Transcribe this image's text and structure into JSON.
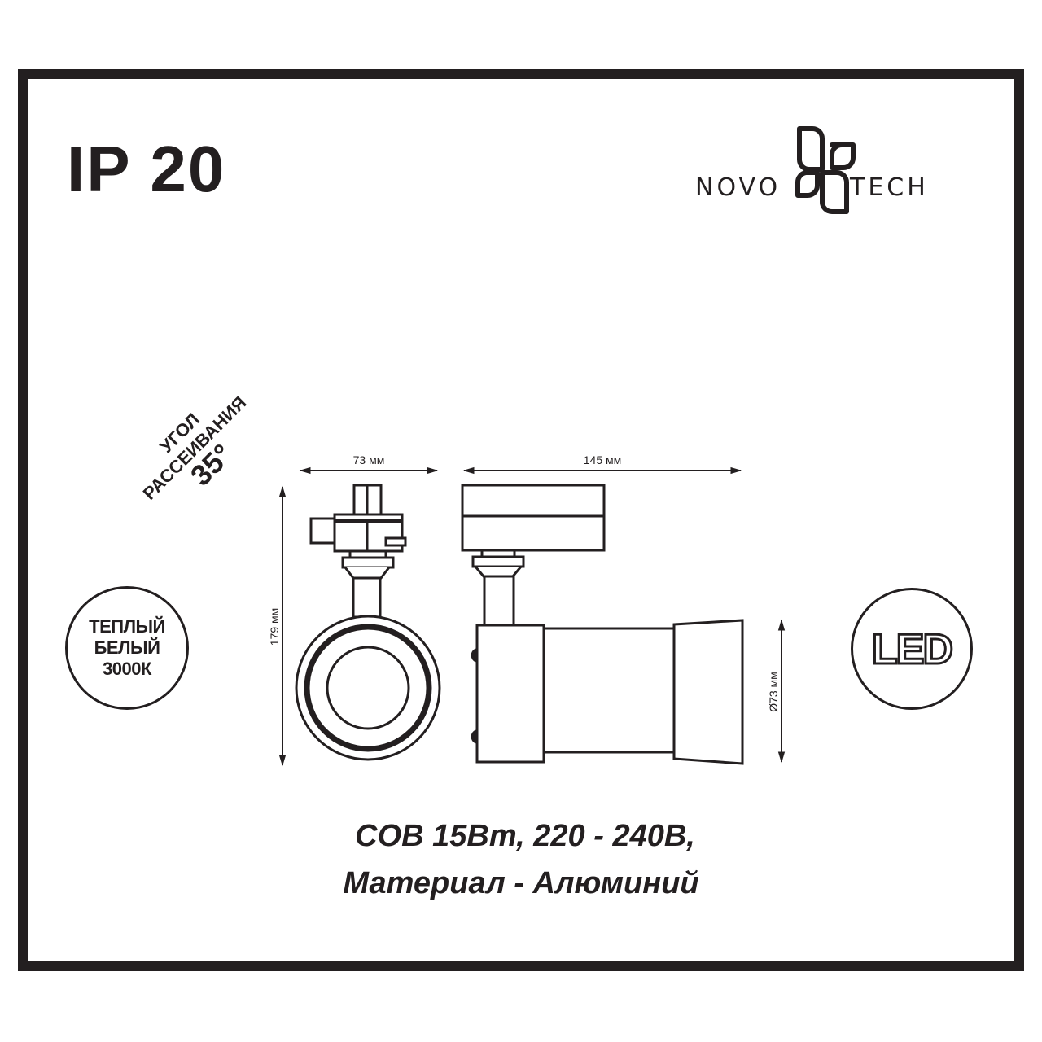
{
  "protection": {
    "label": "IP 20"
  },
  "brand": {
    "name": "NOVOTECH",
    "left_text": "NOVO",
    "right_text": "TECH"
  },
  "beam_angle": {
    "line1": "УГОЛ",
    "line2": "РАССЕИВАНИЯ",
    "value": "35°"
  },
  "color_temperature_badge": {
    "line1": "ТЕПЛЫЙ",
    "line2": "БЕЛЫЙ",
    "line3": "3000К"
  },
  "led_badge": {
    "label": "LED"
  },
  "dimensions": {
    "width_front": "73 мм",
    "length_side": "145 мм",
    "height": "179 мм",
    "diameter": "Ø73 мм"
  },
  "specs": {
    "line1": "COB 15Вт, 220 - 240В,",
    "line2": "Материал - Алюминий"
  },
  "colors": {
    "ink": "#231f20",
    "background": "#ffffff"
  }
}
